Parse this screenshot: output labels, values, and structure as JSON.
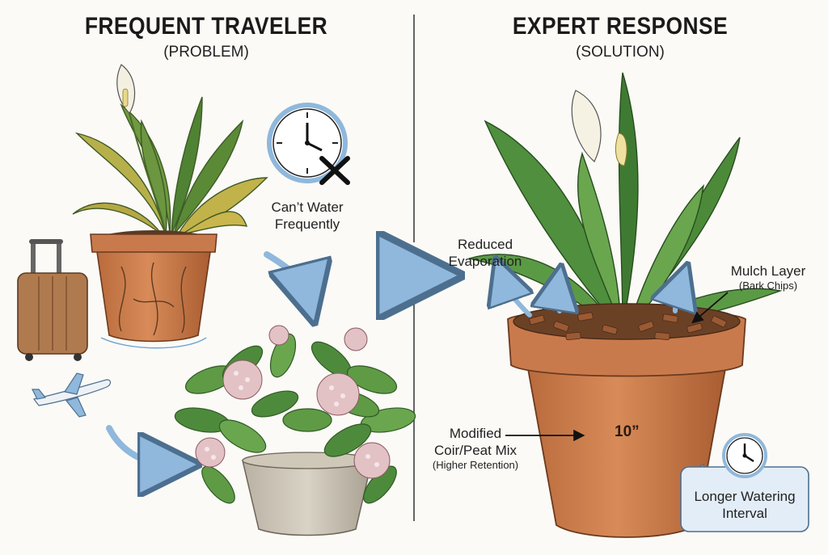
{
  "left_panel": {
    "title": "FREQUENT TRAVELER",
    "subtitle": "(PROBLEM)",
    "clock_caption_line1": "Can’t Water",
    "clock_caption_line2": "Frequently"
  },
  "right_panel": {
    "title": "EXPERT RESPONSE",
    "subtitle": "(SOLUTION)",
    "evaporation_line1": "Reduced",
    "evaporation_line2": "Evaporation",
    "mulch_line1": "Mulch Layer",
    "mulch_line2": "(Bark Chips)",
    "mix_line1": "Modified",
    "mix_line2": "Coir/Peat Mix",
    "mix_line3": "(Higher Retention)",
    "pot_size": "10”",
    "interval_line1": "Longer Watering",
    "interval_line2": "Interval"
  },
  "icons": [
    "clock-icon",
    "cross-icon",
    "suitcase-icon",
    "airplane-icon",
    "arrow-icon"
  ],
  "colors": {
    "terracotta": "#c97a4c",
    "leaf_green": "#4e8a3c",
    "arrow_blue": "#8fb8dc",
    "callout_bg": "#e3edf7"
  }
}
